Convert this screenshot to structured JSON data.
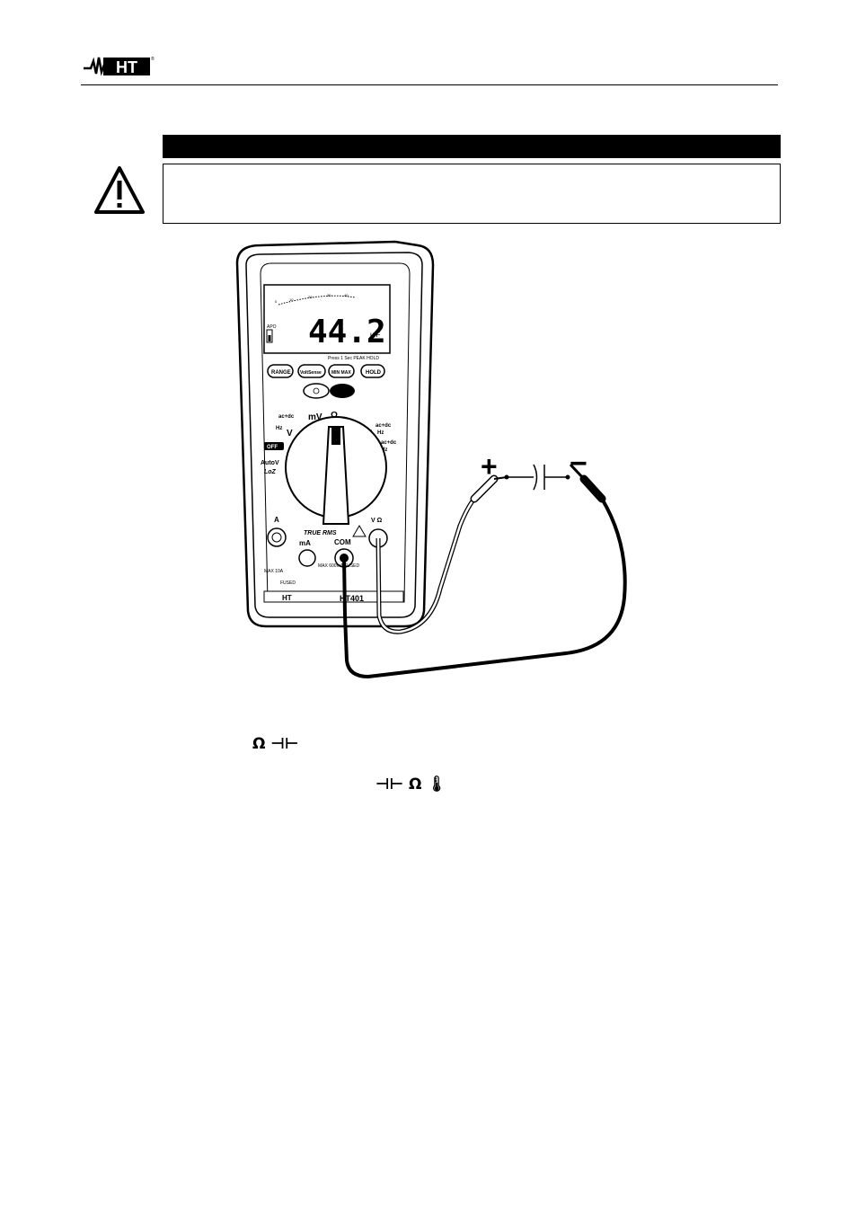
{
  "header": {
    "logo_text": "HT",
    "logo_icon": "ht-brand-logo"
  },
  "warning": {
    "title": "",
    "body": "",
    "icon": "warning-triangle-icon"
  },
  "figure": {
    "meter": {
      "lcd_value": "44.2",
      "lcd_unit": "u F",
      "lcd_apo": "APO",
      "bargraph_ticks": [
        "0",
        "10",
        "20",
        "30",
        "40"
      ],
      "buttons": [
        "RANGE",
        "VoltSense",
        "MIN MAX",
        "HOLD"
      ],
      "peak_label": "Press 1 Sec PEAK HOLD",
      "dial_labels": {
        "off": "OFF",
        "autov": "AutoV",
        "loz": "LoZ",
        "hz_v": "Hz",
        "v": "V",
        "acdc1": "ac+dc",
        "mv": "mV",
        "ohm": "Ω",
        "acdc2": "ac+dc",
        "ma": "mA",
        "hz_ma": "Hz",
        "acdc3": "ac+dc",
        "a": "A",
        "hz_a": "Hz"
      },
      "true_rms": "TRUE RMS",
      "terminals": [
        "A",
        "mA",
        "COM",
        "V Ω"
      ],
      "max_10a": "MAX 10A",
      "max_ma": "MAX 600mA FUSED",
      "fused": "FUSED",
      "model": "HT401",
      "brand": "HT"
    },
    "capacitor": {
      "plus": "+",
      "minus": "−"
    }
  },
  "text": {
    "symbols_line_1": "Ω  ⊣⊢",
    "symbols_line_2": "⊣⊢  Ω 🌡"
  }
}
